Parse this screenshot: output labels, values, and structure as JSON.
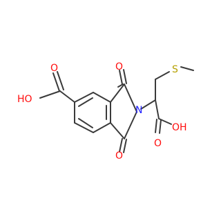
{
  "colors": {
    "background": "#ffffff",
    "bond": "#3a3a3a",
    "oxygen": "#ff0d0d",
    "nitrogen": "#2020ff",
    "sulfur": "#b5a000"
  },
  "labels": {
    "acid_oh_left": "HO",
    "acid_o_left": "O",
    "imide_o_top": "O",
    "imide_n": "N",
    "imide_o_bottom": "O",
    "thioether_s": "S",
    "acid_o_right": "O",
    "acid_oh_right": "OH"
  }
}
